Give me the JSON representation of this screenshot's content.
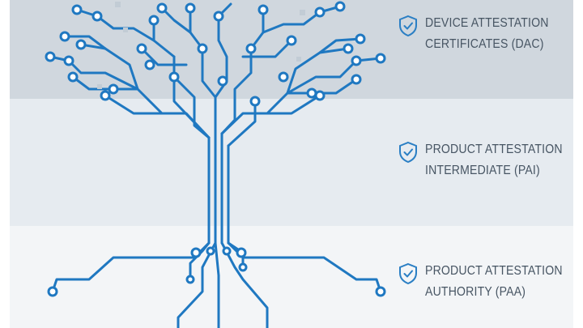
{
  "tiers": [
    {
      "line1": "DEVICE ATTESTATION",
      "line2": "CERTIFICATES (DAC)",
      "icon": "shield-check-icon"
    },
    {
      "line1": "PRODUCT ATTESTATION",
      "line2": "INTERMEDIATE (PAI)",
      "icon": "shield-check-icon"
    },
    {
      "line1": "PRODUCT ATTESTATION",
      "line2": "AUTHORITY (PAA)",
      "icon": "shield-check-icon"
    }
  ],
  "colors": {
    "circuit_blue": "#1f78c1",
    "shield_blue": "#2b7fc4",
    "text_gray": "#475563",
    "band_top": "#d0d7de",
    "band_mid": "#e6ebf0",
    "band_bottom": "#f3f5f7"
  }
}
